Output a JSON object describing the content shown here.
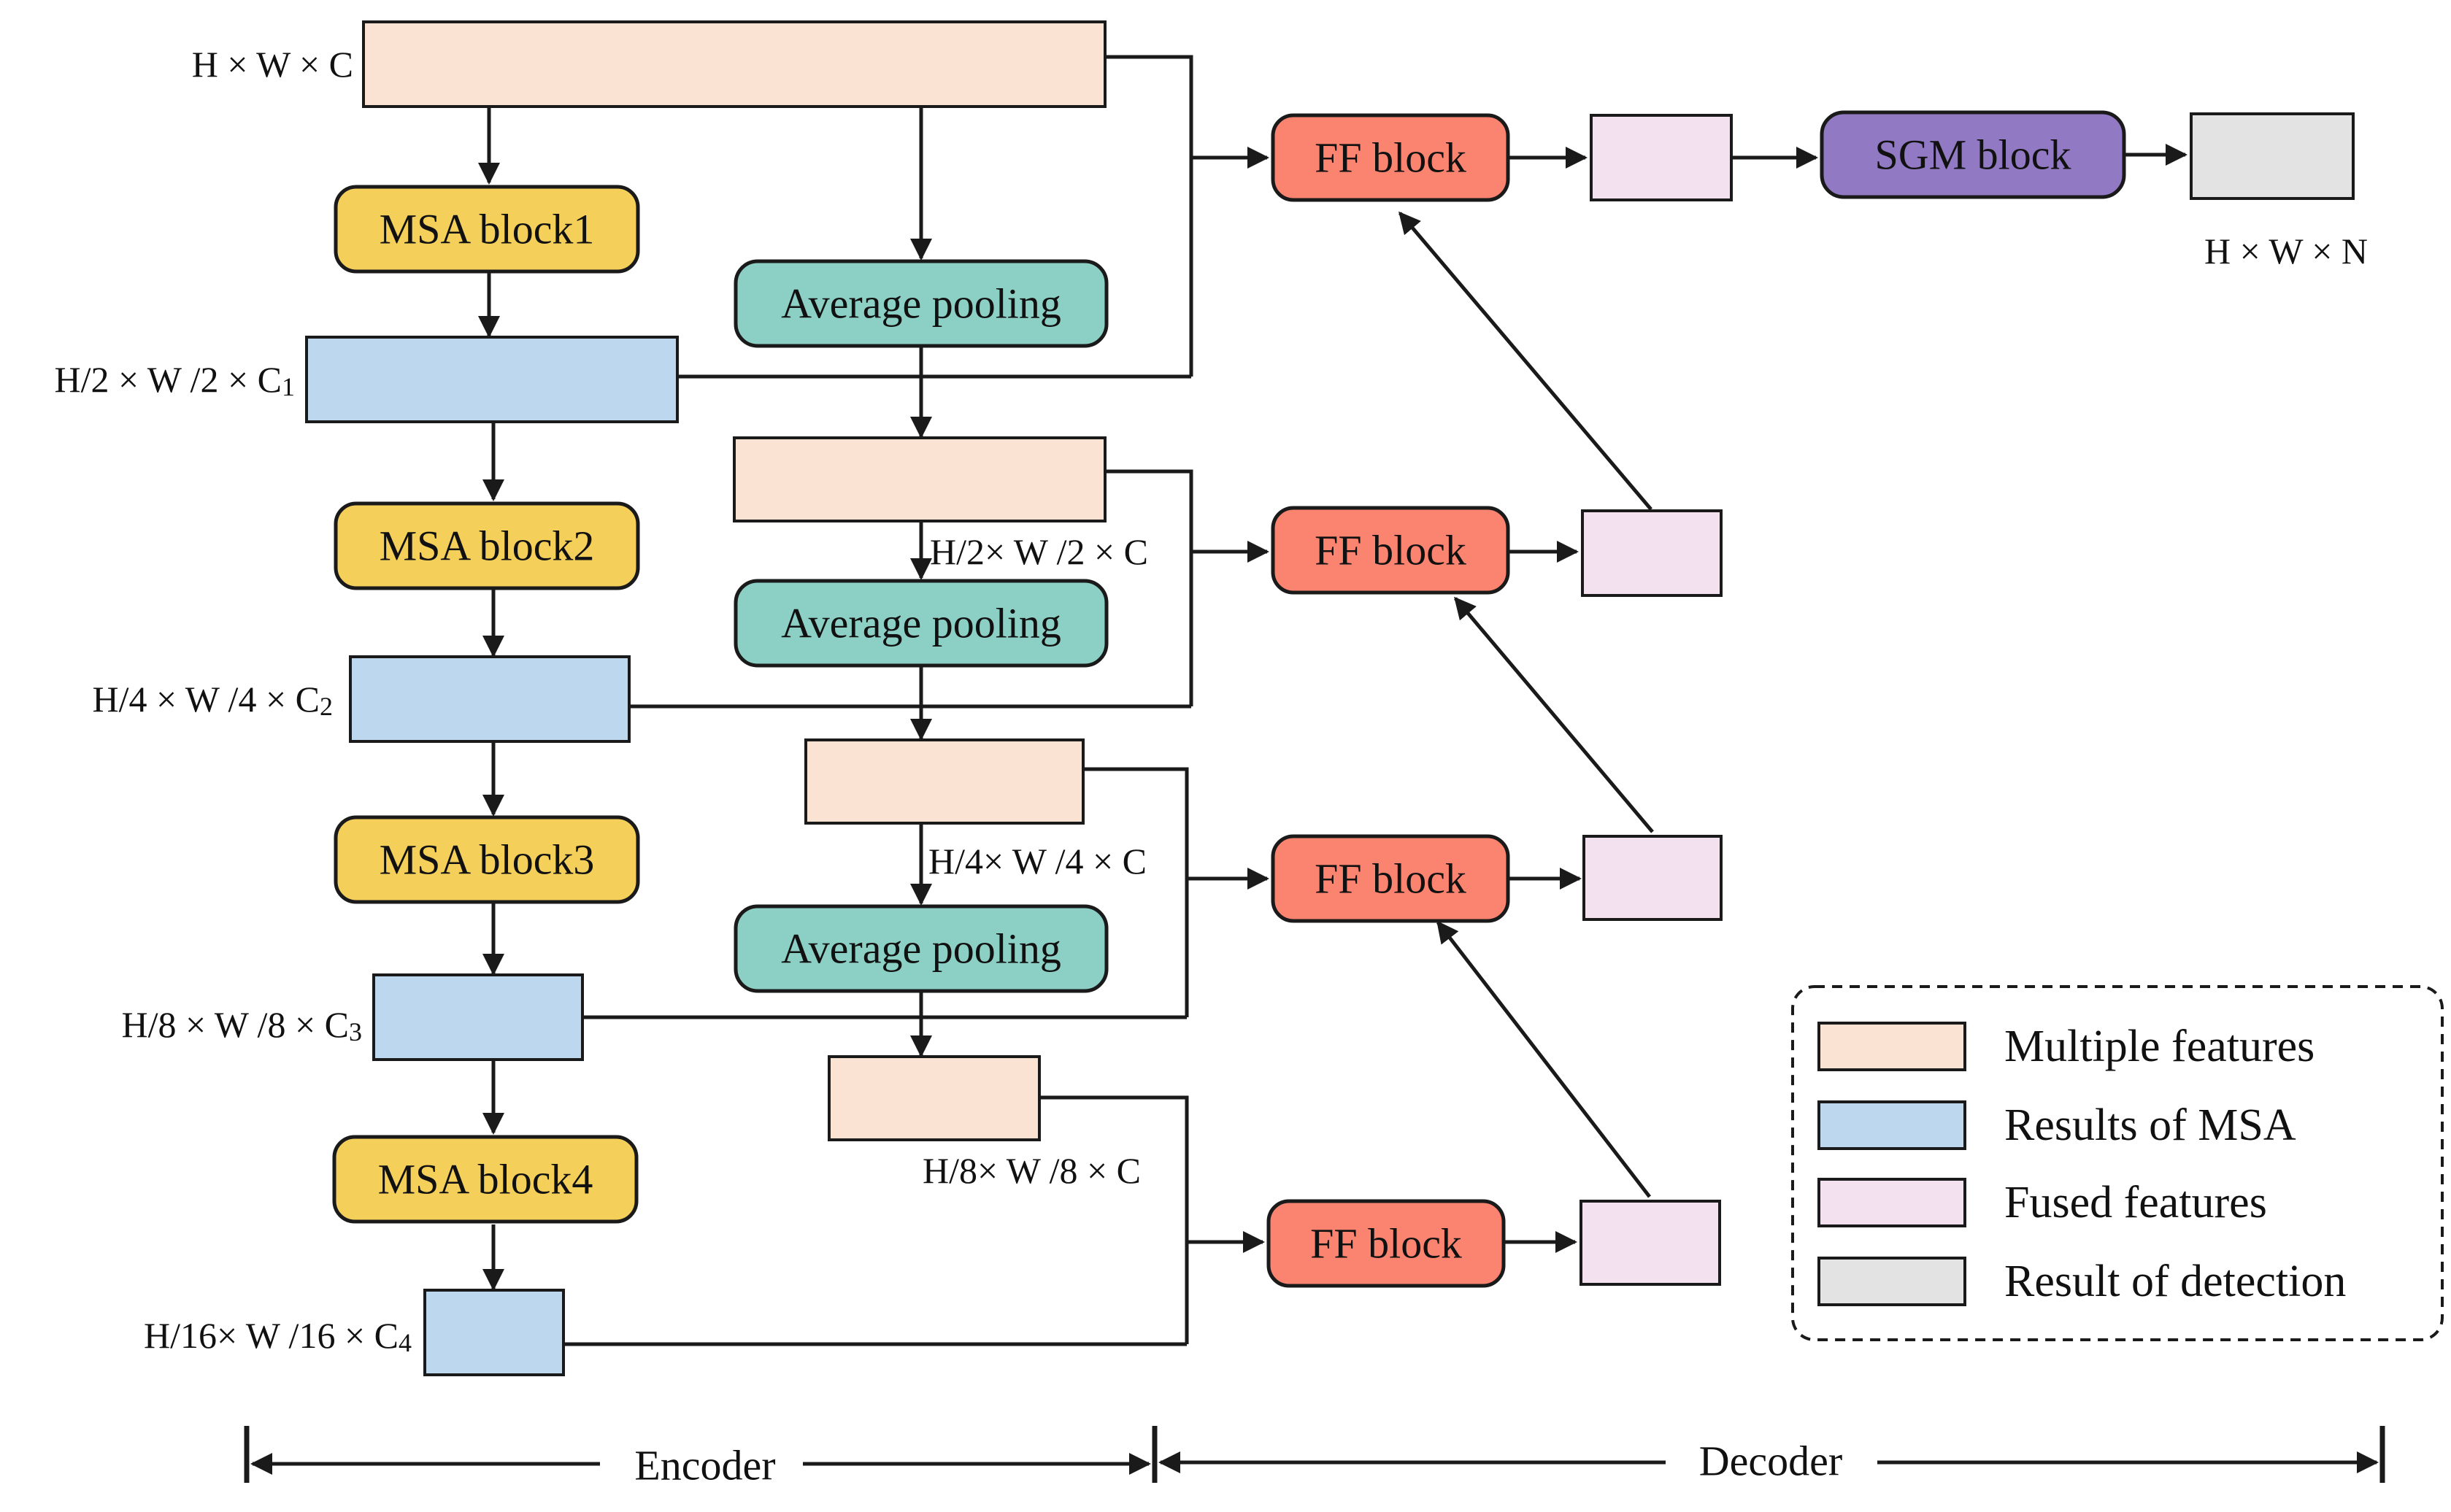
{
  "colors": {
    "multiple_features": "#fbe3d4",
    "results_of_msa": "#bdd7ee",
    "fused_features": "#f4e1ef",
    "result_of_detection": "#e3e3e3",
    "msa_block": "#f4cf5a",
    "average_pooling": "#8ccfc4",
    "ff_block": "#fb8470",
    "sgm_block": "#9179c3",
    "stroke": "#1a1a1a"
  },
  "input": {
    "label": "H × W × C"
  },
  "encoder": {
    "msa_blocks": [
      "MSA block1",
      "MSA block2",
      "MSA block3",
      "MSA block4"
    ],
    "msa_outputs": [
      {
        "base": "H/2 × W /2 × C",
        "sub": "1"
      },
      {
        "base": "H/4 × W /4 × C",
        "sub": "2"
      },
      {
        "base": "H/8 × W /8 × C",
        "sub": "3"
      },
      {
        "base": "H/16× W /16 × C",
        "sub": "4"
      }
    ],
    "pooling_blocks": [
      "Average pooling",
      "Average pooling",
      "Average pooling"
    ],
    "pooled_labels": [
      "H/2× W /2 × C",
      "H/4× W /4 × C",
      "H/8× W /8 × C"
    ]
  },
  "decoder": {
    "ff_blocks": [
      "FF block",
      "FF block",
      "FF block",
      "FF block"
    ],
    "sgm_block": "SGM block",
    "output_label": "H × W × N"
  },
  "legend": {
    "items": [
      "Multiple features",
      "Results of MSA",
      "Fused features",
      "Result of detection"
    ]
  },
  "scale": {
    "encoder": "Encoder",
    "decoder": "Decoder"
  }
}
